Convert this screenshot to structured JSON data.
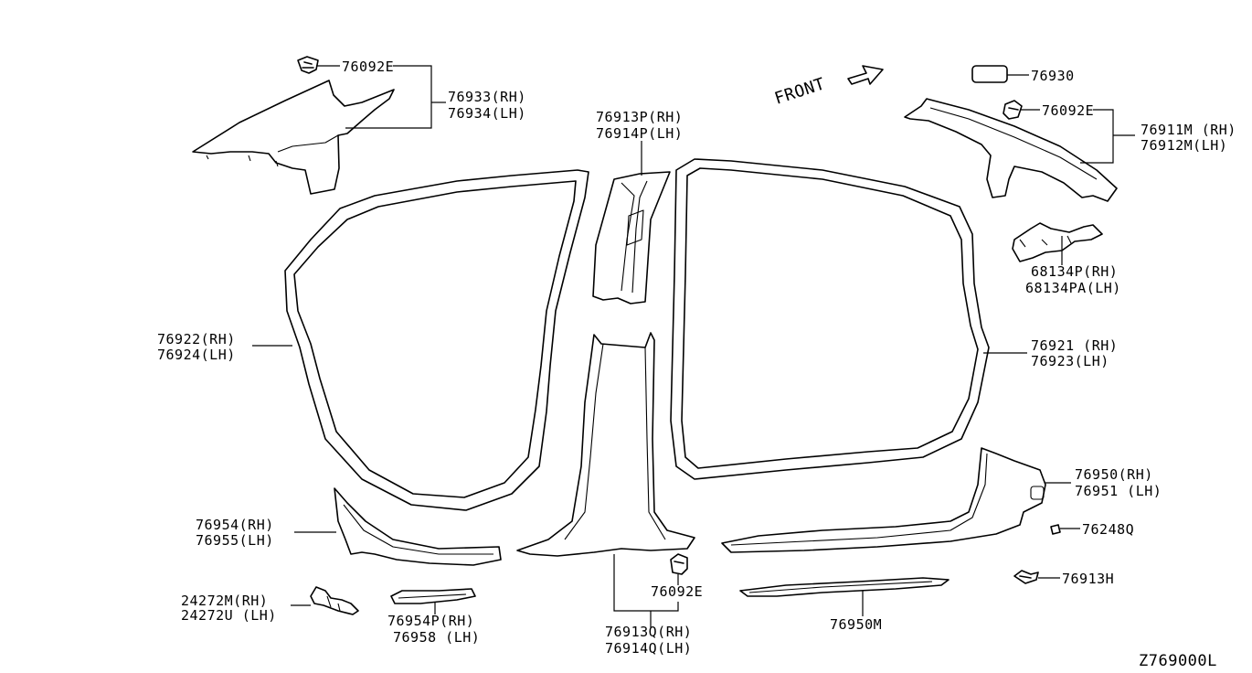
{
  "diagram_code": "Z769000L",
  "front_label": "FRONT",
  "callouts": {
    "c_76092e_top": "76092E",
    "c_76933_rh": "76933(RH)",
    "c_76934_lh": "76934(LH)",
    "c_76913p_rh": "76913P(RH)",
    "c_76914p_lh": "76914P(LH)",
    "c_76930": "76930",
    "c_76092e_right": "76092E",
    "c_76911m_rh": "76911M (RH)",
    "c_76912m_lh": "76912M(LH)",
    "c_68134p_rh": "68134P(RH)",
    "c_68134pa_lh": "68134PA(LH)",
    "c_76922_rh": "76922(RH)",
    "c_76924_lh": "76924(LH)",
    "c_76921_rh": "76921 (RH)",
    "c_76923_lh": "76923(LH)",
    "c_76950_rh": "76950(RH)",
    "c_76951_lh": "76951 (LH)",
    "c_76248q": "76248Q",
    "c_76913h": "76913H",
    "c_76954_rh": "76954(RH)",
    "c_76955_lh": "76955(LH)",
    "c_24272m_rh": "24272M(RH)",
    "c_24272u_lh": "24272U (LH)",
    "c_76954p_rh": "76954P(RH)",
    "c_76958_lh": "76958 (LH)",
    "c_76092e_bottom": "76092E",
    "c_76913q_rh": "76913Q(RH)",
    "c_76914q_lh": "76914Q(LH)",
    "c_76950m": "76950M"
  }
}
